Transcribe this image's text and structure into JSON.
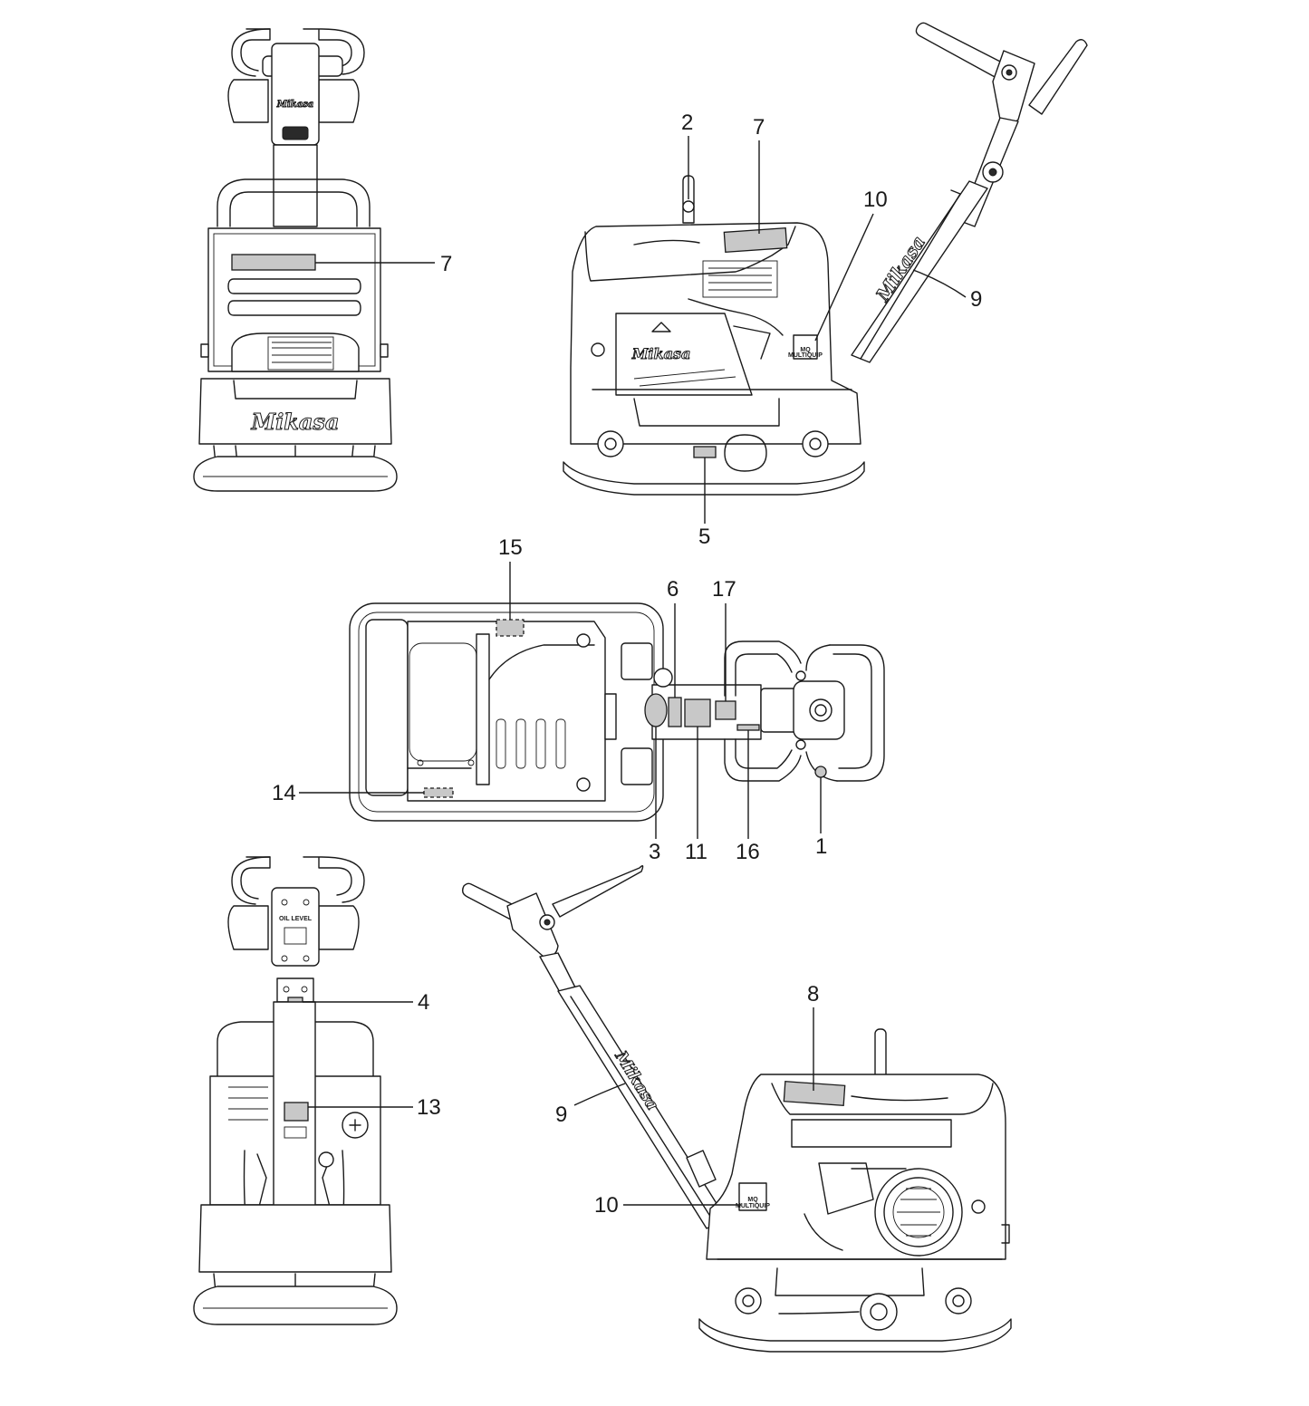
{
  "brand": {
    "logo_text": "Mikasa",
    "mq_badge_mark": "MQ",
    "mq_badge_text": "MULTIQUIP",
    "oil_level_text": "OIL LEVEL"
  },
  "callouts": {
    "front_view": [
      "7"
    ],
    "right_view": [
      "2",
      "7",
      "10",
      "9",
      "5"
    ],
    "top_view": [
      "15",
      "6",
      "17",
      "14",
      "3",
      "11",
      "16",
      "1"
    ],
    "rear_view": [
      "4",
      "13"
    ],
    "left_view": [
      "8",
      "9",
      "10"
    ]
  }
}
